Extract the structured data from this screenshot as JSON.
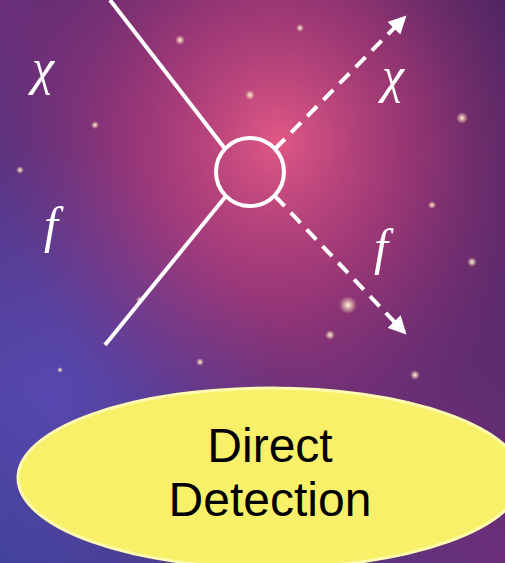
{
  "diagram": {
    "nodes": [
      {
        "text": [
          "Direct Detection"
        ]
      }
    ],
    "labels": [
      "χ",
      "χ",
      "f",
      "f"
    ]
  }
}
